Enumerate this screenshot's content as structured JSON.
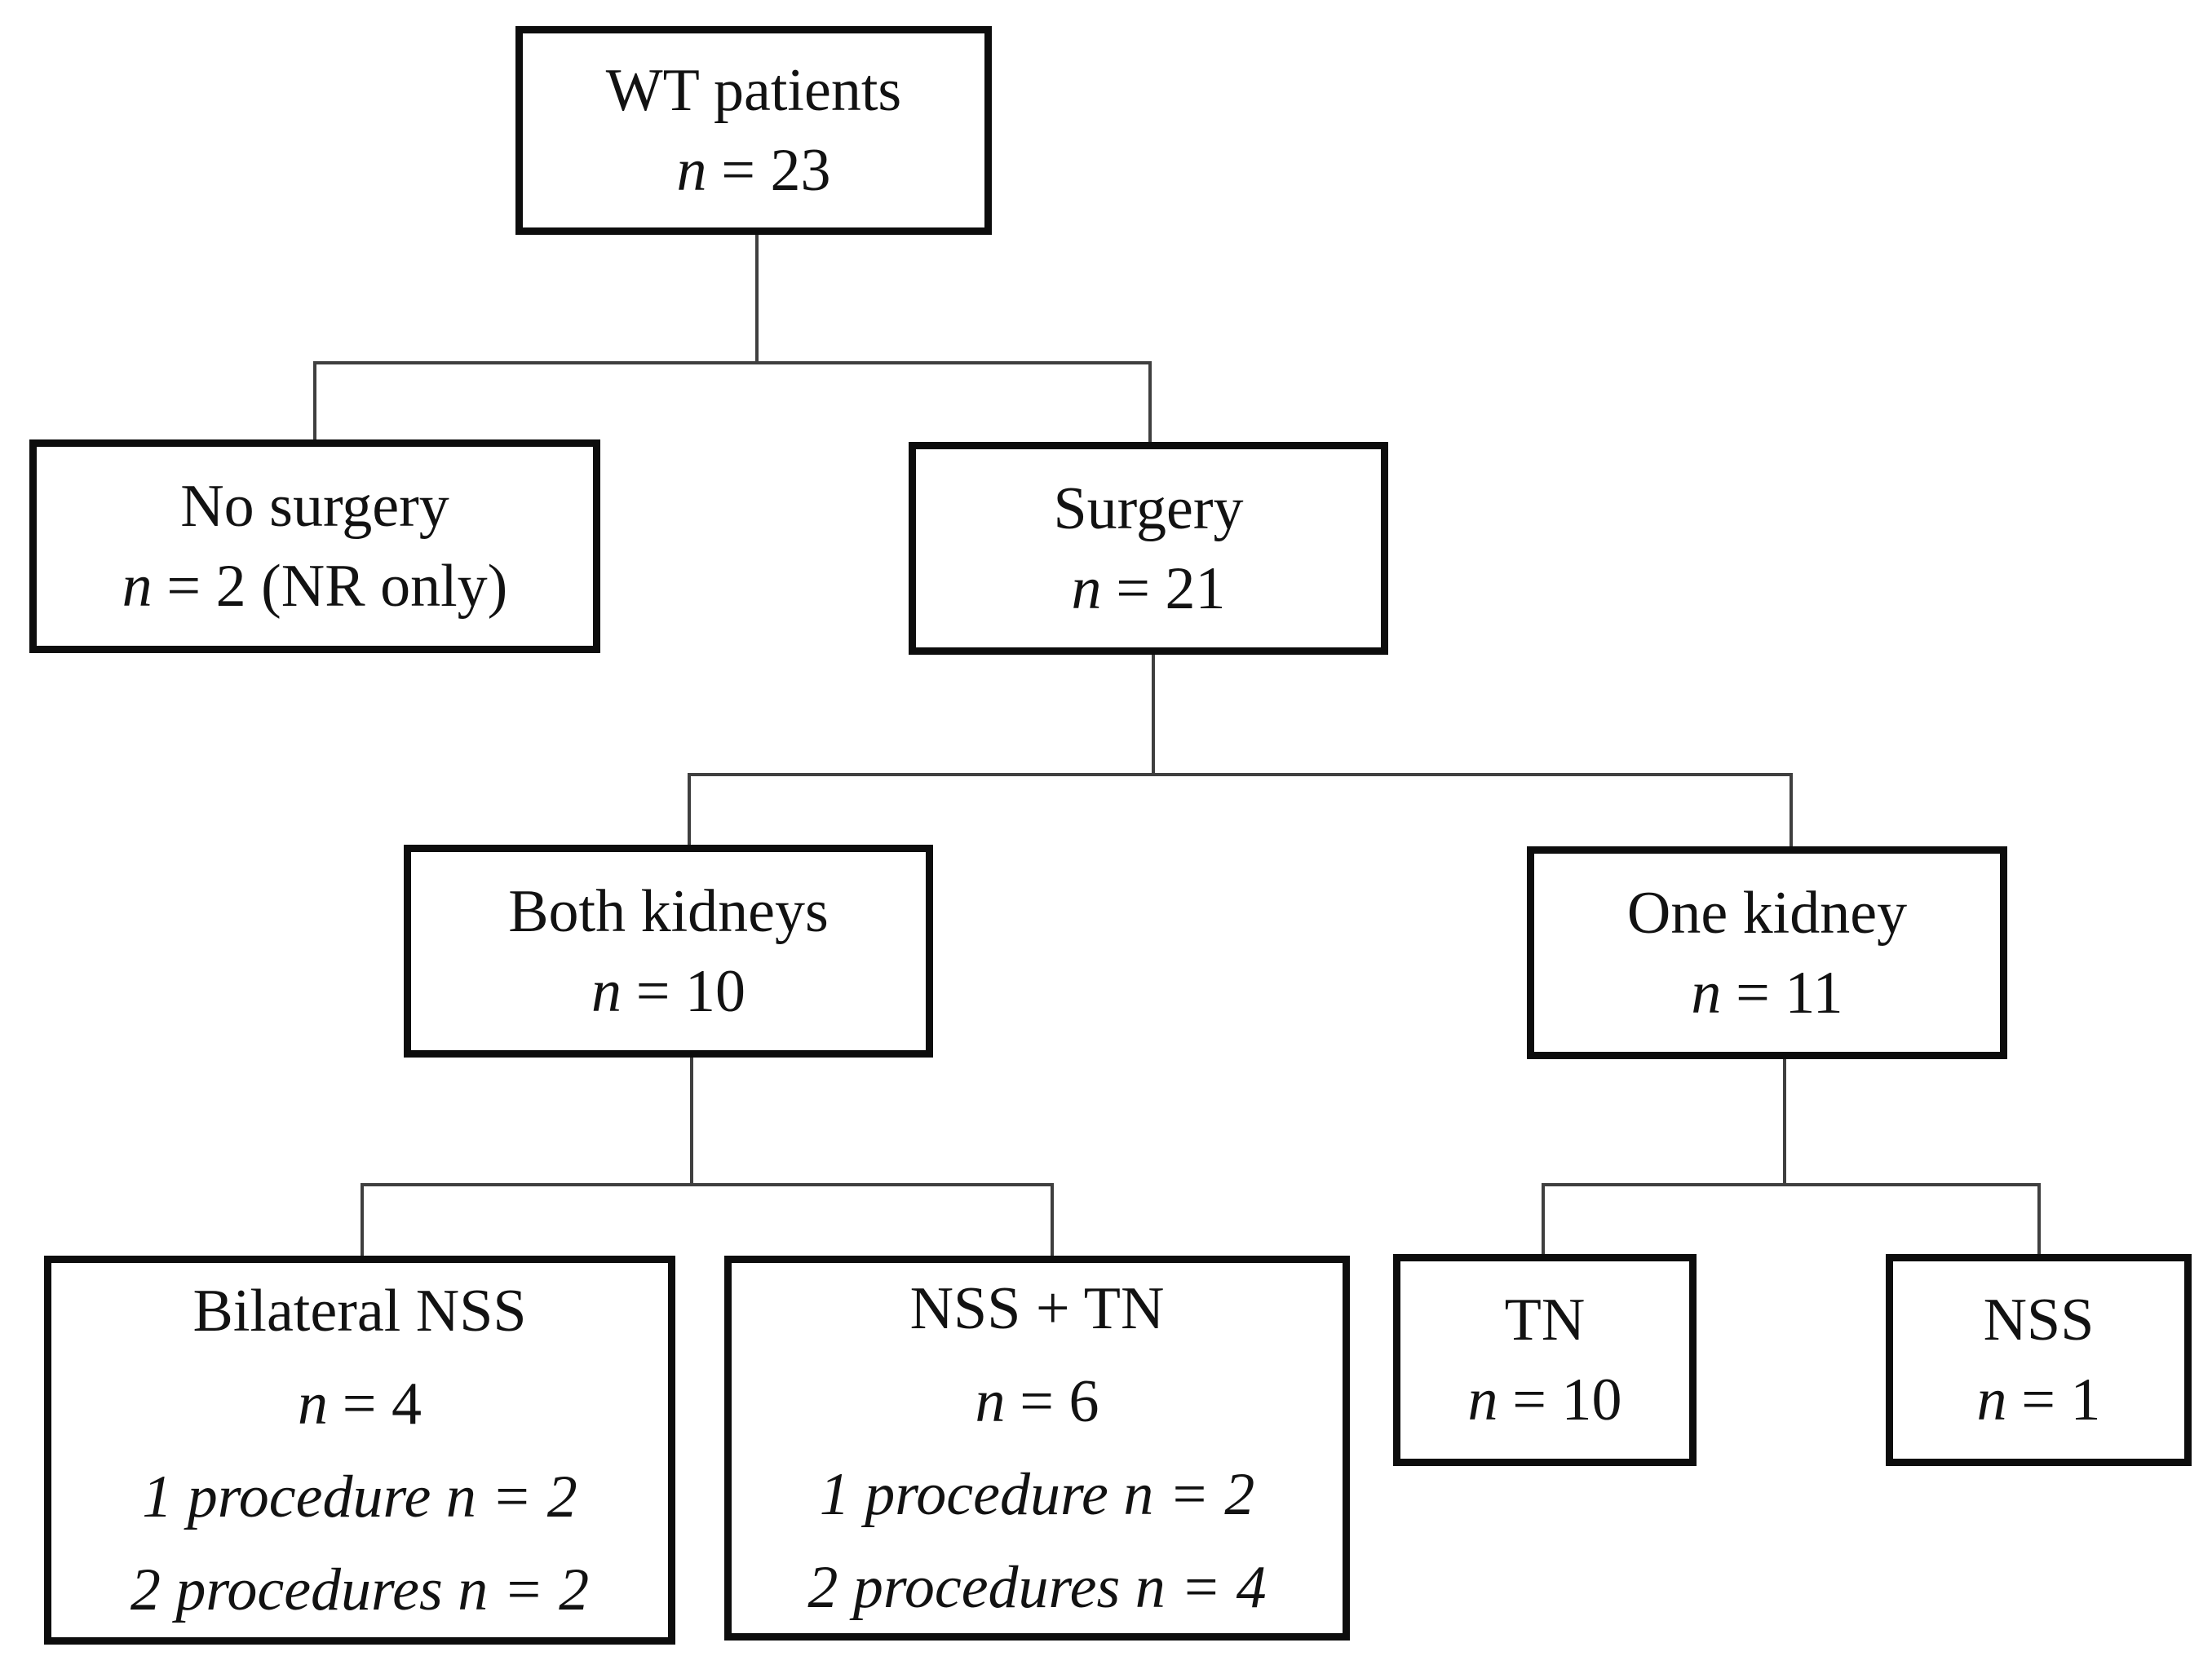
{
  "nodes": {
    "wt_patients": {
      "title": "WT patients",
      "n_var": "n",
      "n_eq": "= 23"
    },
    "no_surgery": {
      "title": "No surgery",
      "n_var": "n",
      "n_eq": "= 2 (NR only)"
    },
    "surgery": {
      "title": "Surgery",
      "n_var": "n",
      "n_eq": "= 21"
    },
    "both_kidneys": {
      "title": "Both kidneys",
      "n_var": "n",
      "n_eq": "= 10"
    },
    "one_kidney": {
      "title": "One kidney",
      "n_var": "n",
      "n_eq": "= 11"
    },
    "bilateral_nss": {
      "title": "Bilateral NSS",
      "n_var": "n",
      "n_eq": "= 4",
      "detail_1": "1 procedure n = 2",
      "detail_2": "2 procedures n = 2"
    },
    "nss_plus_tn": {
      "title": "NSS + TN",
      "n_var": "n",
      "n_eq": "= 6",
      "detail_1": "1 procedure n = 2",
      "detail_2": "2 procedures n = 4"
    },
    "tn": {
      "title": "TN",
      "n_var": "n",
      "n_eq": "= 10"
    },
    "nss": {
      "title": "NSS",
      "n_var": "n",
      "n_eq": "= 1"
    }
  },
  "colors": {
    "background": "#ffffff",
    "box_border": "#0d0d0d",
    "connector": "#3f3f3f",
    "text": "#121212"
  }
}
